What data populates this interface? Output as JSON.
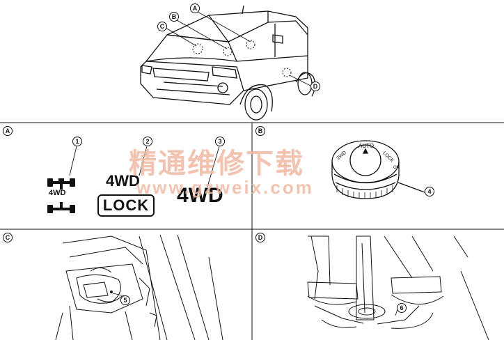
{
  "callouts": {
    "a": "A",
    "b": "B",
    "c": "C",
    "d": "D"
  },
  "panel_headers": {
    "a": "A",
    "b": "B",
    "c": "C",
    "d": "D"
  },
  "items": {
    "1": "1",
    "2": "2",
    "3": "3",
    "4": "4",
    "5": "5",
    "6": "6"
  },
  "indicators": {
    "icon_4wd": "4WD",
    "lock_top": "4WD",
    "lock_box": "LOCK",
    "plain_4wd": "4WD"
  },
  "dial": {
    "left": "2WD",
    "top": "AUTO",
    "right": "LOCK",
    "small": "ON"
  },
  "watermark": {
    "cn": "精通维修下载",
    "url": "www.gzweix.com"
  },
  "colors": {
    "line": "#111111",
    "watermark": "#f0b9a4"
  }
}
